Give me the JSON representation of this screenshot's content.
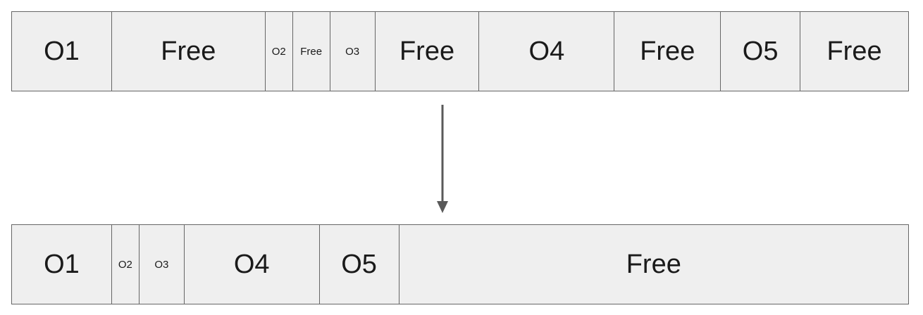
{
  "before": {
    "segments": [
      {
        "label": "O1",
        "kind": "object",
        "size": "lg"
      },
      {
        "label": "Free",
        "kind": "free",
        "size": "lg"
      },
      {
        "label": "O2",
        "kind": "object",
        "size": "sm"
      },
      {
        "label": "Free",
        "kind": "free",
        "size": "sm"
      },
      {
        "label": "O3",
        "kind": "object",
        "size": "sm"
      },
      {
        "label": "Free",
        "kind": "free",
        "size": "lg"
      },
      {
        "label": "O4",
        "kind": "object",
        "size": "lg"
      },
      {
        "label": "Free",
        "kind": "free",
        "size": "lg"
      },
      {
        "label": "O5",
        "kind": "object",
        "size": "lg"
      },
      {
        "label": "Free",
        "kind": "free",
        "size": "lg"
      }
    ]
  },
  "after": {
    "segments": [
      {
        "label": "O1",
        "kind": "object",
        "size": "lg"
      },
      {
        "label": "O2",
        "kind": "object",
        "size": "sm"
      },
      {
        "label": "O3",
        "kind": "object",
        "size": "sm"
      },
      {
        "label": "O4",
        "kind": "object",
        "size": "lg"
      },
      {
        "label": "O5",
        "kind": "object",
        "size": "lg"
      },
      {
        "label": "Free",
        "kind": "free",
        "size": "lg"
      }
    ]
  },
  "colors": {
    "cell_fill": "#efefef",
    "border": "#666666",
    "arrow": "#595959",
    "text": "#1a1a1a"
  },
  "arrow_icon": "arrow-down-icon"
}
